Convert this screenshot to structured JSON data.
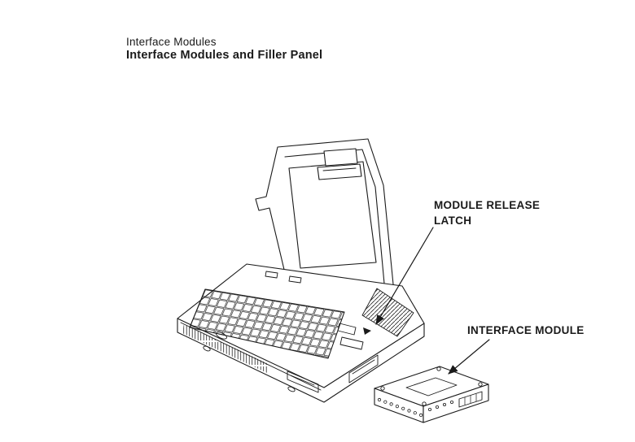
{
  "document": {
    "background": "#ffffff",
    "ink": "#1a1a1a"
  },
  "header": {
    "kicker": "Interface Modules",
    "title": "Interface Modules and Filler Panel"
  },
  "figure": {
    "callouts": {
      "module_release_latch": {
        "line1": "MODULE RELEASE",
        "line2": "LATCH"
      },
      "interface_module": {
        "label": "INTERFACE MODULE"
      }
    }
  }
}
